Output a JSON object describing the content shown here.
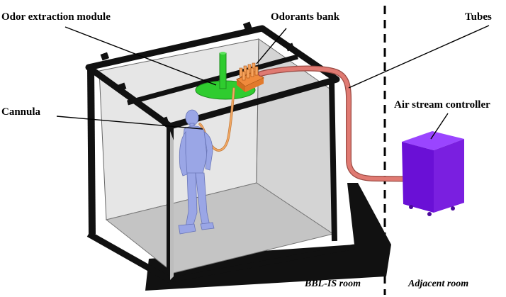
{
  "labels": {
    "odor_extraction_module": "Odor extraction module",
    "odorants_bank": "Odorants bank",
    "tubes": "Tubes",
    "cannula": "Cannula",
    "air_stream_controller": "Air stream controller"
  },
  "rooms": {
    "left_room": "BBL-IS room",
    "right_room": "Adjacent room"
  },
  "colors": {
    "frame": "#111111",
    "wall": "#dcdcdc",
    "floor": "#c9c9c9",
    "odor_module": "#2fcc2f",
    "odorant_bank": "#f08a3c",
    "tube": "#e07a72",
    "cannula": "#f0a060",
    "controller": "#7a1fe0",
    "person": "#9aa6e6"
  }
}
